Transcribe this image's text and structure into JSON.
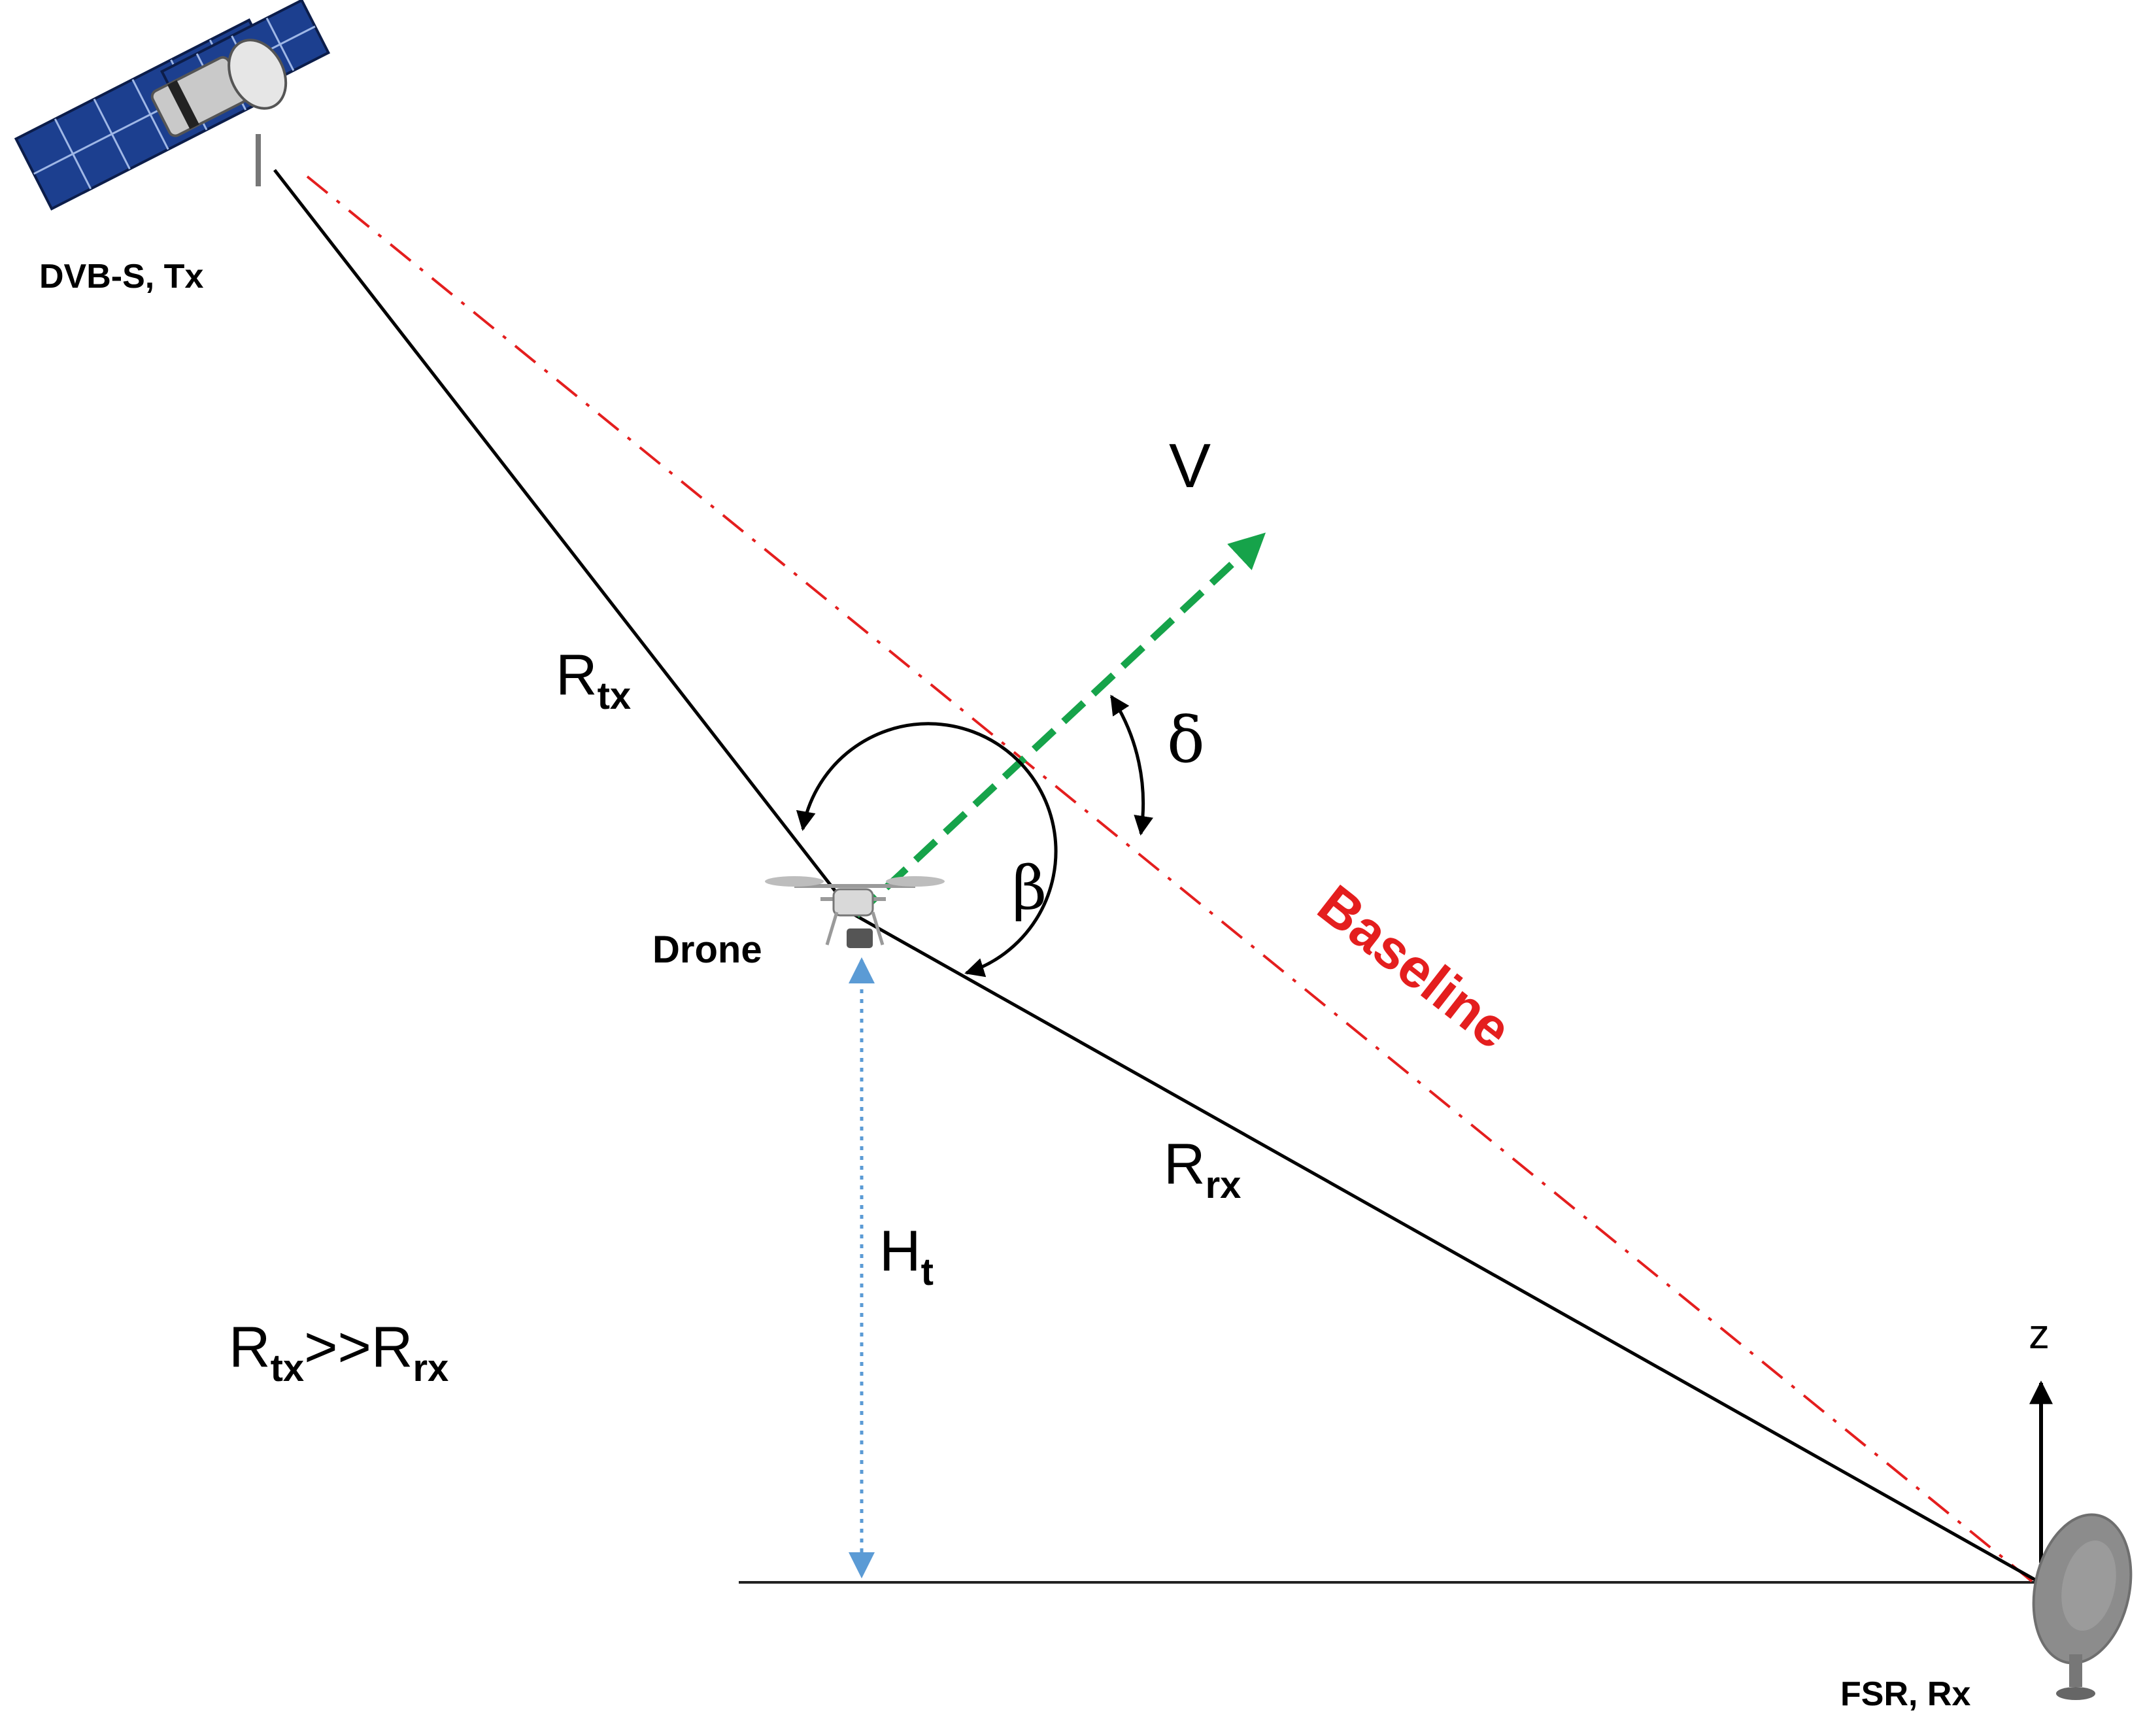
{
  "labels": {
    "transmitter": "DVB-S, Tx",
    "receiver": "FSR, Rx",
    "drone": "Drone",
    "velocity": "V",
    "baseline": "Baseline",
    "delta": "δ",
    "beta": "β",
    "z_axis": "z",
    "r_tx": {
      "main": "R",
      "sub": "tx"
    },
    "r_rx": {
      "main": "R",
      "sub": "rx"
    },
    "height": {
      "main": "H",
      "sub": "t"
    },
    "relation": {
      "a_main": "R",
      "a_sub": "tx",
      "op": ">>",
      "b_main": "R",
      "b_sub": "rx"
    }
  },
  "colors": {
    "baseline": "#e41e1e",
    "velocity": "#16a34a",
    "height_arrow": "#5b9bd5",
    "lines": "#000000",
    "satellite_panel": "#1c3f8f",
    "dish": "#8c8c8c"
  },
  "icons": {
    "transmitter": "satellite-icon",
    "drone": "drone-icon",
    "receiver": "dish-antenna-icon"
  }
}
